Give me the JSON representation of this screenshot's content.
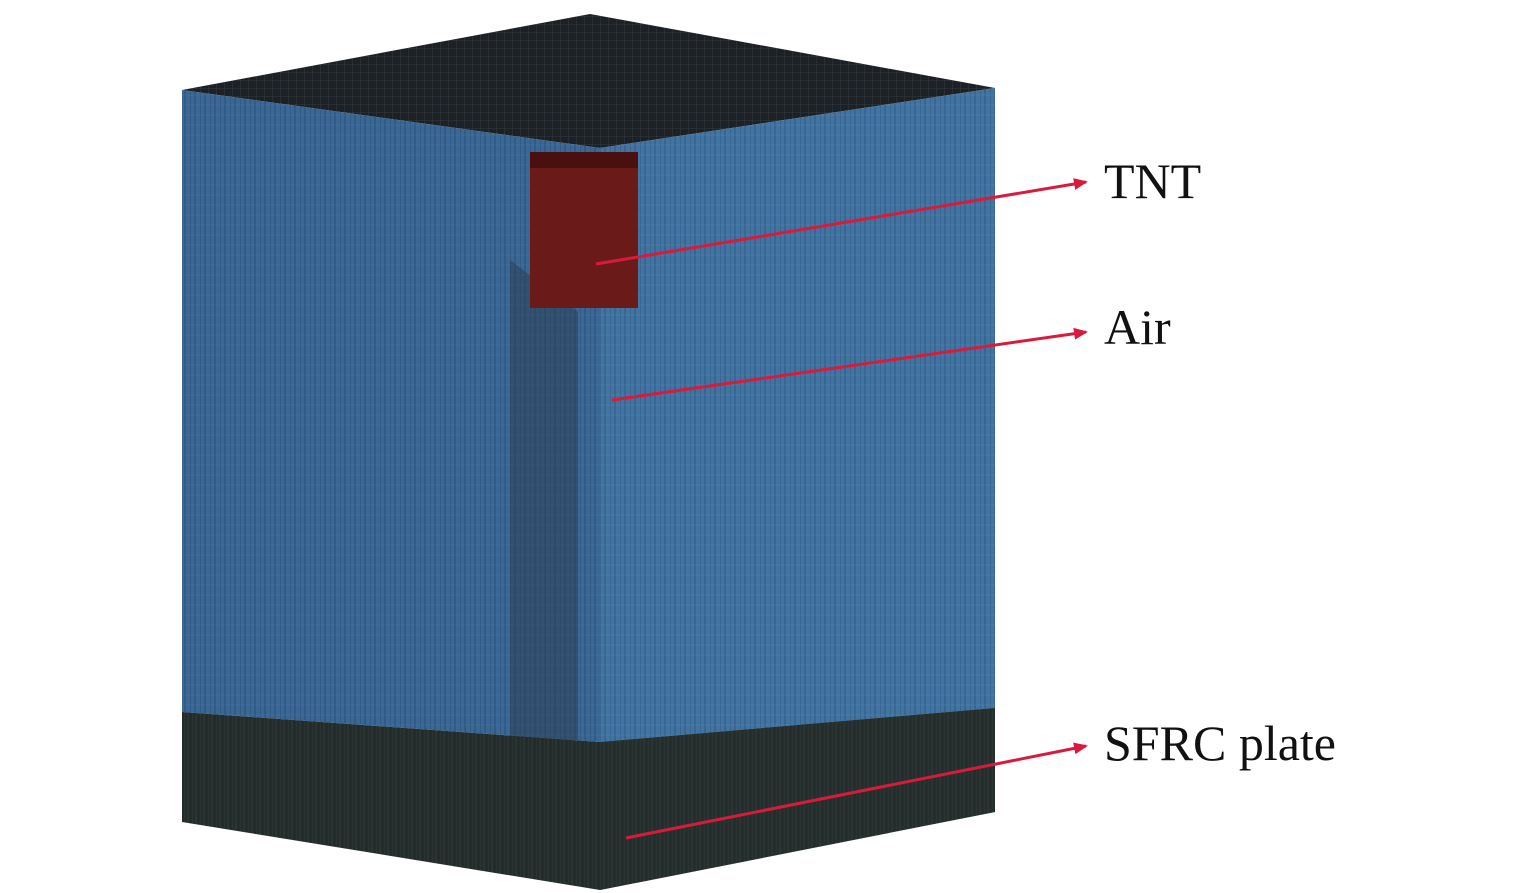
{
  "labels": {
    "tnt": "TNT",
    "air": "Air",
    "plate": "SFRC plate"
  },
  "colors": {
    "air_mesh": "#3f6b96",
    "air_mesh_left": "#38628c",
    "top_face": "#1f2327",
    "tnt": "#6b1a1a",
    "plate": "#25302f",
    "arrow": "#d81b3c"
  }
}
